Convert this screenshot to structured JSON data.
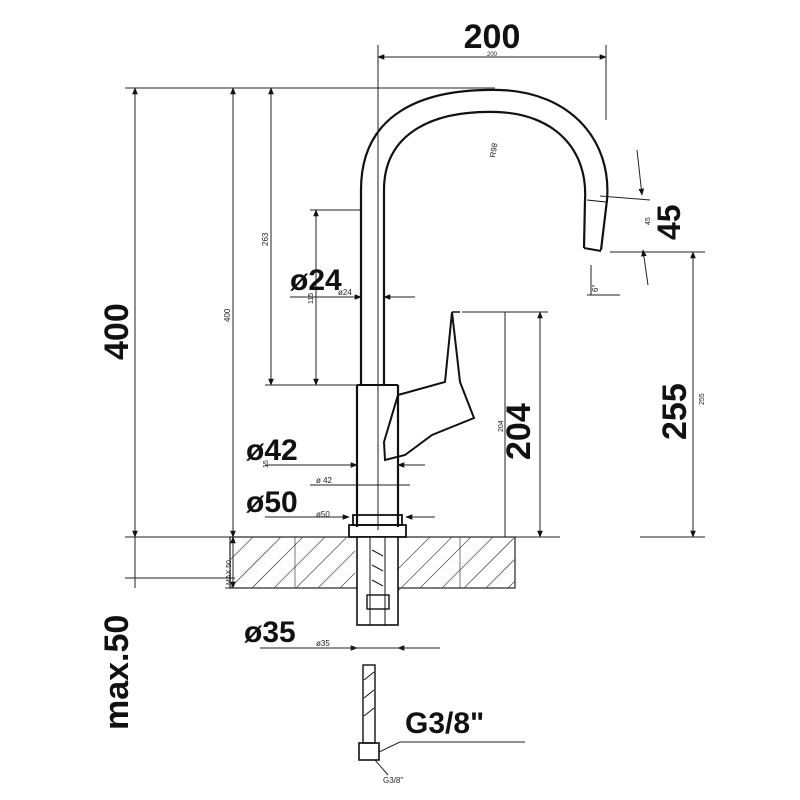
{
  "dimensions": {
    "reach": {
      "label": "200",
      "small": "200"
    },
    "radius": {
      "small": "R98"
    },
    "spout_tip": {
      "label": "45",
      "small": "45"
    },
    "tilt": {
      "small": "6°"
    },
    "total_height": {
      "label": "400",
      "small": "400"
    },
    "inner_height": {
      "small": "263"
    },
    "spout_diameter": {
      "label": "ø24",
      "small": "ø24",
      "ref": "115"
    },
    "body_diameter": {
      "label": "ø42",
      "small": "ø 42",
      "ref": "15"
    },
    "base_diameter": {
      "label": "ø50",
      "small": "ø50"
    },
    "lever_height": {
      "label": "204",
      "small": "204"
    },
    "outlet_height": {
      "label": "255",
      "small": "255"
    },
    "mounting_diameter": {
      "label": "ø35",
      "small": "ø35"
    },
    "max_thickness": {
      "label": "max.50",
      "small": "MAX 50"
    },
    "connection": {
      "label": "G3/8\"",
      "small": "G3/8\""
    }
  }
}
